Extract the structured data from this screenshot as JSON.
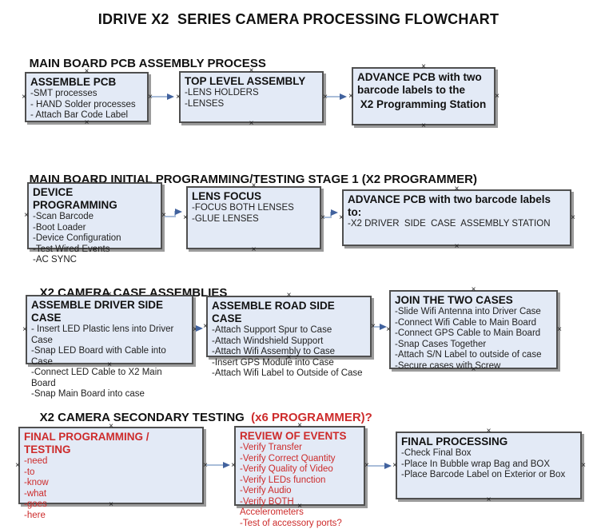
{
  "title": "IDRIVE X2  SERIES CAMERA PROCESSING FLOWCHART",
  "colors": {
    "box_fill": "#e3eaf6",
    "box_border": "#4f4f4f",
    "red_text": "#cd2b2b",
    "arrow_line": "#a9bdd9",
    "arrow_head": "#41629e"
  },
  "icons": {
    "connection_point": "x-mark"
  },
  "sections": [
    {
      "heading": "MAIN BOARD PCB ASSEMBLY PROCESS",
      "heading_red": "",
      "boxes": [
        {
          "title": "ASSEMBLE PCB",
          "lines": [
            "-SMT processes",
            "- HAND Solder processes",
            "- Attach Bar Code Label"
          ]
        },
        {
          "title": "TOP LEVEL ASSEMBLY",
          "lines": [
            "-LENS HOLDERS",
            "-LENSES"
          ]
        },
        {
          "title": "ADVANCE PCB with two barcode labels to the",
          "bold_line": " X2 Programming Station",
          "lines": []
        }
      ]
    },
    {
      "heading": "MAIN BOARD INITIAL PROGRAMMING/TESTING STAGE 1 (X2 PROGRAMMER)",
      "heading_red": "",
      "boxes": [
        {
          "title": "DEVICE PROGRAMMING",
          "lines": [
            "-Scan Barcode",
            "-Boot Loader",
            "-Device Configuration",
            "-Test Wired Events",
            "-AC SYNC"
          ]
        },
        {
          "title": "LENS FOCUS",
          "lines": [
            "-FOCUS BOTH LENSES",
            "-GLUE LENSES"
          ]
        },
        {
          "title": "ADVANCE PCB with two barcode labels to:",
          "lines": [
            "-X2 DRIVER  SIDE  CASE  ASSEMBLY STATION"
          ]
        }
      ]
    },
    {
      "heading": "X2 CAMERA CASE ASSEMBLIES",
      "heading_red": "",
      "boxes": [
        {
          "title": "ASSEMBLE DRIVER SIDE CASE",
          "lines": [
            "- Insert LED Plastic lens into Driver Case",
            "-Snap LED Board with Cable into Case",
            "-Connect LED Cable to X2 Main Board",
            "-Snap Main Board into case"
          ]
        },
        {
          "title": "ASSEMBLE ROAD SIDE CASE",
          "lines": [
            "-Attach Support Spur to Case",
            "-Attach Windshield Support",
            "-Attach Wifi Assembly to Case",
            "-Insert GPS Module into Case",
            "-Attach Wifi Label to Outside of Case"
          ]
        },
        {
          "title": "JOIN THE TWO CASES",
          "lines": [
            "-Slide Wifi Antenna into Driver Case",
            "-Connect Wifi Cable to Main Board",
            "-Connect GPS Cable to Main Board",
            "-Snap Cases Together",
            "-Attach S/N Label to outside of case",
            "-Secure cases with Screw"
          ]
        }
      ]
    },
    {
      "heading": "X2 CAMERA SECONDARY TESTING ",
      "heading_red": " (x6 PROGRAMMER)?",
      "boxes": [
        {
          "title": "FINAL PROGRAMMING / TESTING",
          "lines": [
            "-need",
            "-to",
            "-know",
            "-what",
            "-goes",
            "-here"
          ]
        },
        {
          "title": "REVIEW OF EVENTS",
          "lines": [
            "-Verify Transfer",
            "-Verify Correct Quantity",
            "-Verify Quality of Video",
            "-Verify LEDs function",
            "-Verify Audio",
            "-Verify BOTH Accelerometers",
            "-Test of accessory ports?"
          ]
        },
        {
          "title": "FINAL PROCESSING",
          "lines": [
            "-Check Final Box",
            "-Place In Bubble wrap Bag and BOX",
            "-Place Barcode Label on Exterior or Box"
          ]
        }
      ]
    }
  ]
}
